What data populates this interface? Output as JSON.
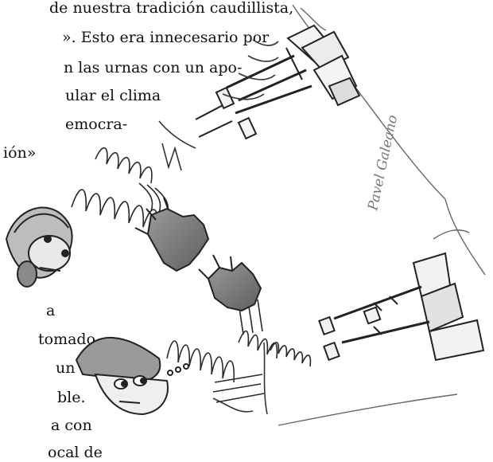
{
  "text_top": [
    "de nuestra tradición caudillista,",
    "». Esto era innecesario por",
    "n las urnas con un apo-",
    "ular el clima",
    "emocra-",
    "ión»"
  ],
  "text_bottom": [
    "a",
    "tomado",
    "un",
    "ble.",
    "a con",
    "ocal de"
  ],
  "signature": "Pavel Galeano"
}
